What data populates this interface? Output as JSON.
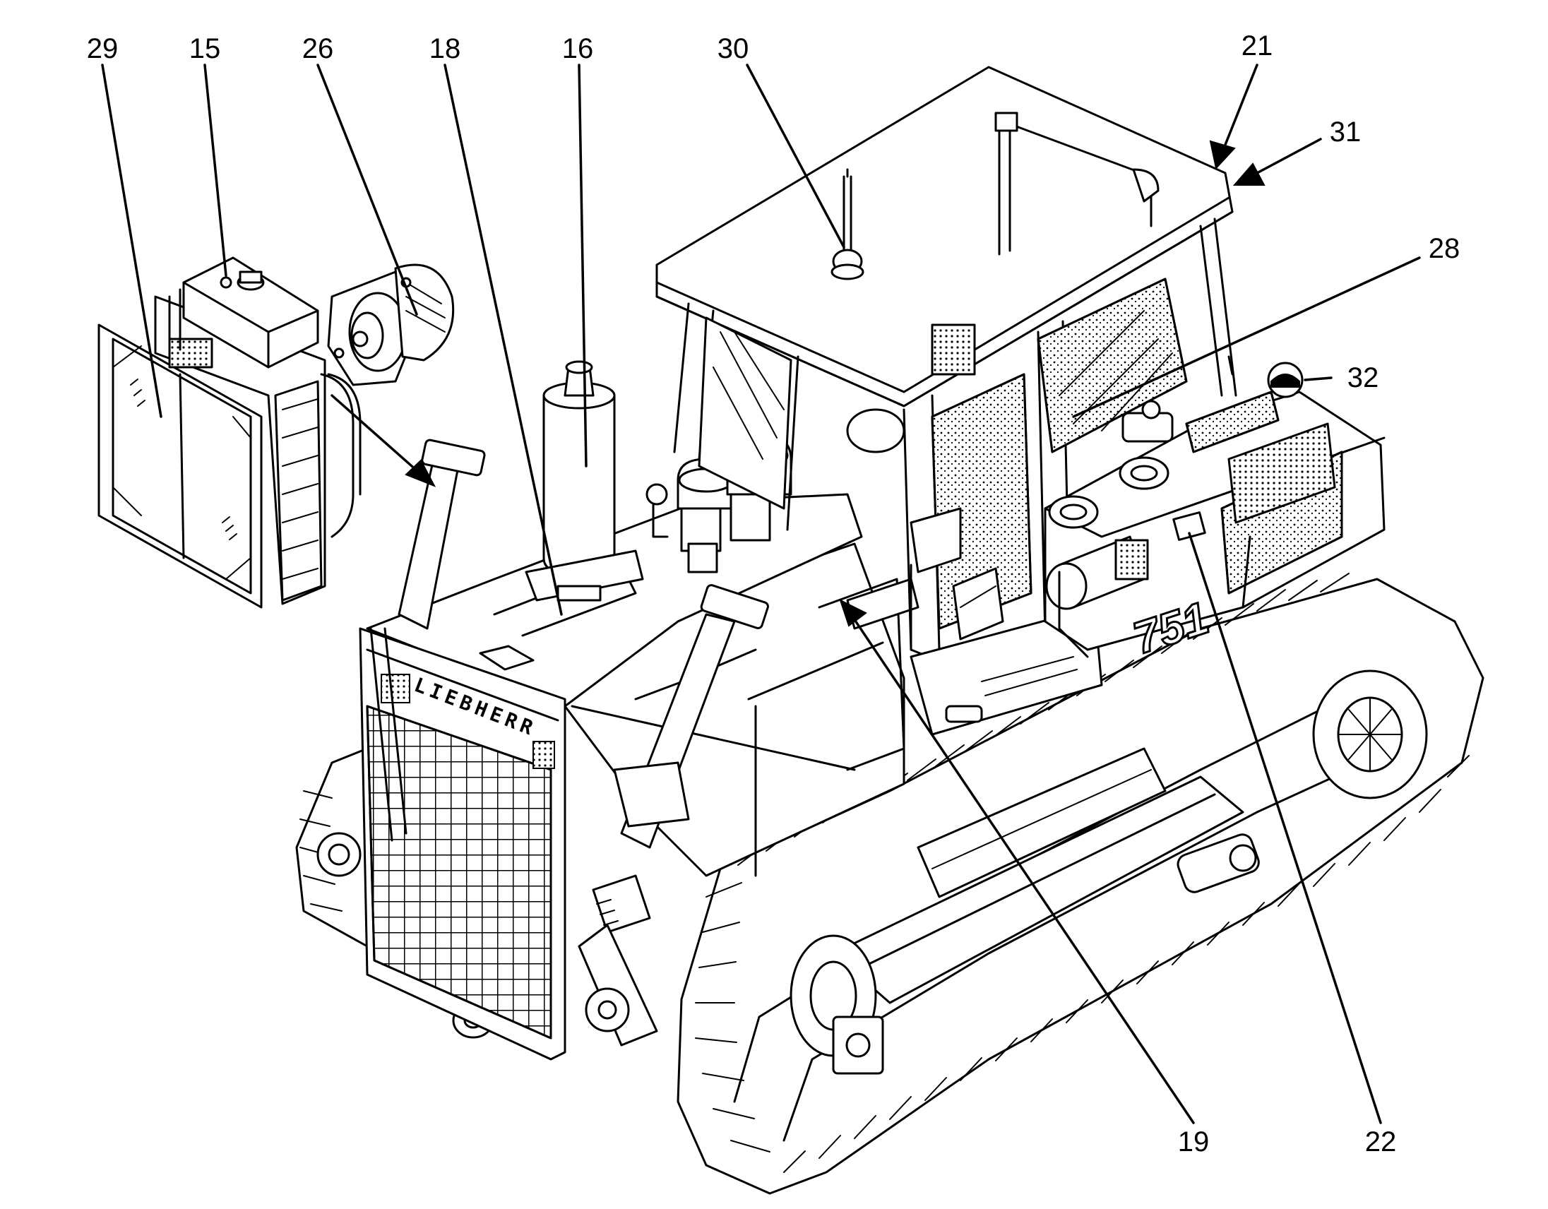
{
  "figure": {
    "callouts": [
      {
        "id": "c29",
        "label": "29"
      },
      {
        "id": "c15",
        "label": "15"
      },
      {
        "id": "c26",
        "label": "26"
      },
      {
        "id": "c18",
        "label": "18"
      },
      {
        "id": "c16",
        "label": "16"
      },
      {
        "id": "c30",
        "label": "30"
      },
      {
        "id": "c21",
        "label": "21"
      },
      {
        "id": "c31",
        "label": "31"
      },
      {
        "id": "c28",
        "label": "28"
      },
      {
        "id": "c32",
        "label": "32"
      },
      {
        "id": "c19",
        "label": "19"
      },
      {
        "id": "c22",
        "label": "22"
      }
    ],
    "model_badge": "751",
    "grille_logo": "LIEBHERR"
  }
}
